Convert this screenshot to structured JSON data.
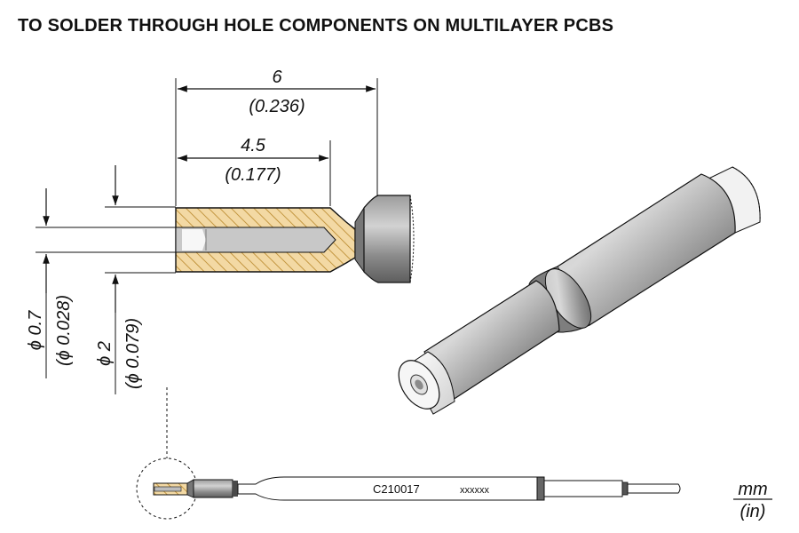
{
  "title": "TO SOLDER THROUGH HOLE COMPONENTS ON MULTILAYER PCBS",
  "dimensions": {
    "length_total_mm": "6",
    "length_total_in": "(0.236)",
    "bore_depth_mm": "4.5",
    "bore_depth_in": "(0.177)",
    "inner_dia_mm": "ϕ 0.7",
    "inner_dia_in": "(ϕ 0.028)",
    "outer_dia_mm": "ϕ 2",
    "outer_dia_in": "(ϕ 0.079)"
  },
  "cartridge": {
    "model": "C210017",
    "serial": "xxxxxx"
  },
  "units": {
    "primary": "mm",
    "secondary": "(in)"
  },
  "colors": {
    "section_fill": "#f3d9a4",
    "hatch": "#b8872a",
    "metal_dark": "#7a7a7a",
    "metal_light": "#dcdcdc"
  }
}
